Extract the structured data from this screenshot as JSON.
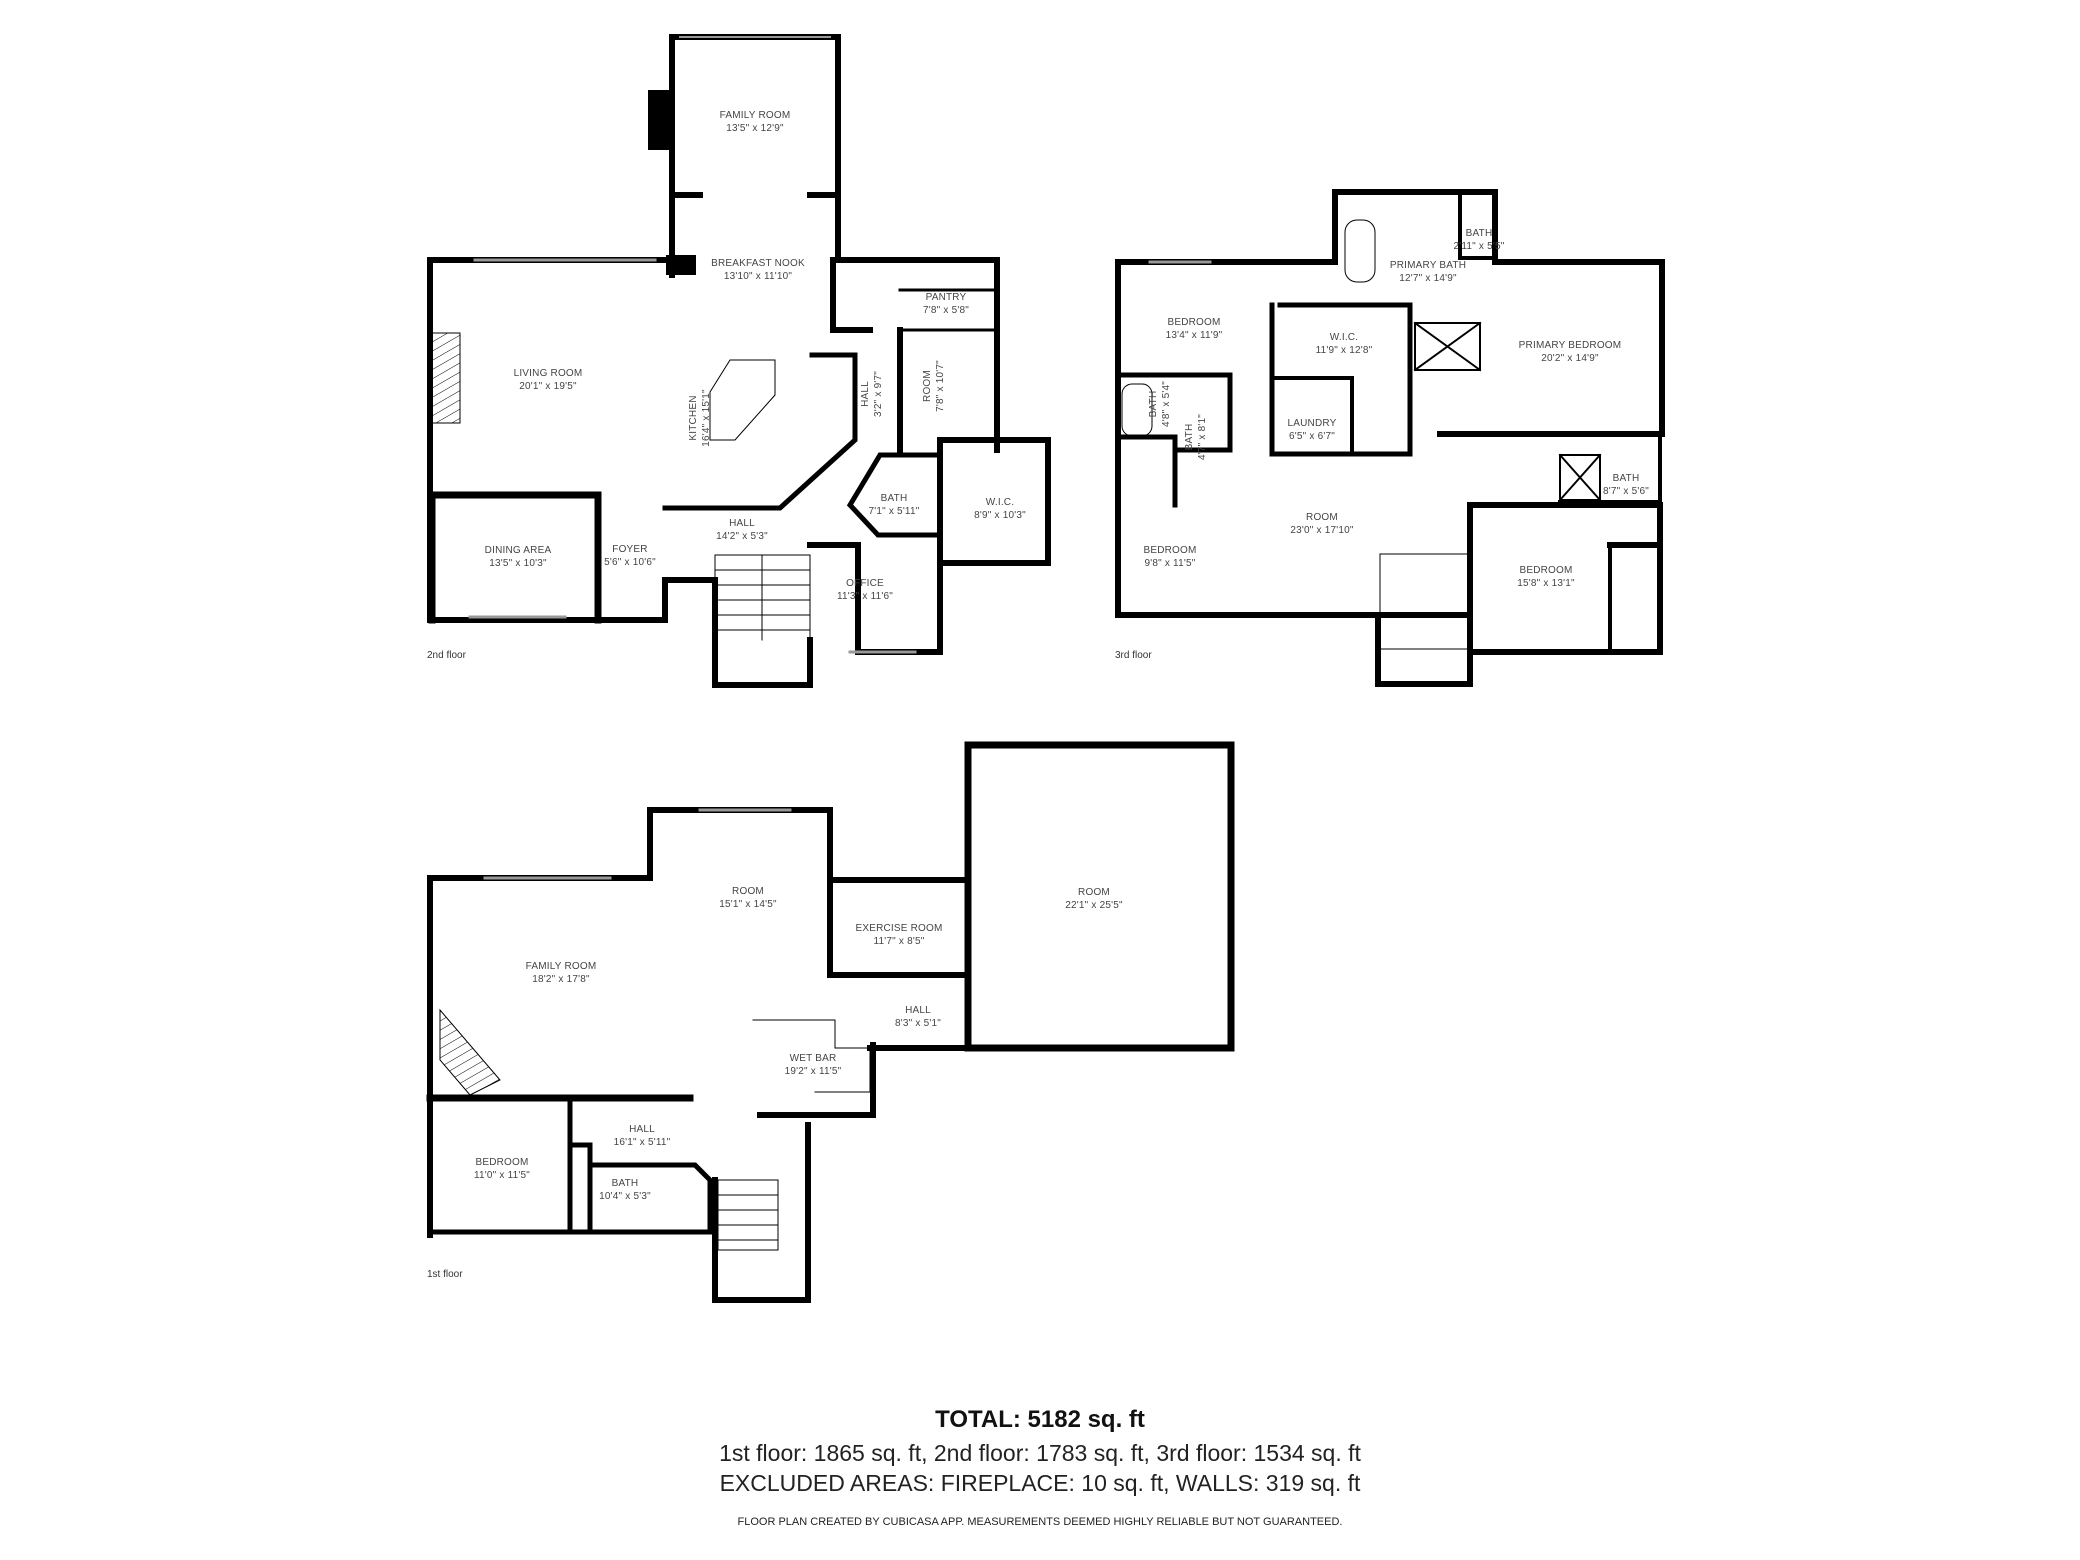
{
  "floors": [
    {
      "name": "2nd floor",
      "rooms": [
        {
          "name": "FAMILY ROOM",
          "dims": "13'5\" x 12'9\""
        },
        {
          "name": "BREAKFAST NOOK",
          "dims": "13'10\" x 11'10\""
        },
        {
          "name": "PANTRY",
          "dims": "7'8\" x 5'8\""
        },
        {
          "name": "LIVING ROOM",
          "dims": "20'1\" x 19'5\""
        },
        {
          "name": "KITCHEN",
          "dims": "16'4\" x 15'1\""
        },
        {
          "name": "HALL",
          "dims": "3'2\" x 9'7\""
        },
        {
          "name": "ROOM",
          "dims": "7'8\" x 10'7\""
        },
        {
          "name": "BATH",
          "dims": "7'1\" x 5'11\""
        },
        {
          "name": "W.I.C.",
          "dims": "8'9\" x 10'3\""
        },
        {
          "name": "HALL",
          "dims": "14'2\" x 5'3\""
        },
        {
          "name": "DINING AREA",
          "dims": "13'5\" x 10'3\""
        },
        {
          "name": "FOYER",
          "dims": "5'6\" x 10'6\""
        },
        {
          "name": "OFFICE",
          "dims": "11'3\" x 11'6\""
        }
      ]
    },
    {
      "name": "3rd floor",
      "rooms": [
        {
          "name": "BATH",
          "dims": "2'11\" x 5'5\""
        },
        {
          "name": "PRIMARY BATH",
          "dims": "12'7\" x 14'9\""
        },
        {
          "name": "BEDROOM",
          "dims": "13'4\" x 11'9\""
        },
        {
          "name": "W.I.C.",
          "dims": "11'9\" x 12'8\""
        },
        {
          "name": "PRIMARY BEDROOM",
          "dims": "20'2\" x 14'9\""
        },
        {
          "name": "BATH",
          "dims": "4'8\" x 5'4\""
        },
        {
          "name": "BATH",
          "dims": "4'7\" x 8'1\""
        },
        {
          "name": "LAUNDRY",
          "dims": "6'5\" x 6'7\""
        },
        {
          "name": "BATH",
          "dims": "8'7\" x 5'6\""
        },
        {
          "name": "ROOM",
          "dims": "23'0\" x 17'10\""
        },
        {
          "name": "BEDROOM",
          "dims": "9'8\" x 11'5\""
        },
        {
          "name": "BEDROOM",
          "dims": "15'8\" x 13'1\""
        }
      ]
    },
    {
      "name": "1st floor",
      "rooms": [
        {
          "name": "ROOM",
          "dims": "15'1\" x 14'5\""
        },
        {
          "name": "ROOM",
          "dims": "22'1\" x 25'5\""
        },
        {
          "name": "EXERCISE ROOM",
          "dims": "11'7\" x 8'5\""
        },
        {
          "name": "FAMILY ROOM",
          "dims": "18'2\" x 17'8\""
        },
        {
          "name": "HALL",
          "dims": "8'3\" x 5'1\""
        },
        {
          "name": "WET BAR",
          "dims": "19'2\" x 11'5\""
        },
        {
          "name": "HALL",
          "dims": "16'1\" x 5'11\""
        },
        {
          "name": "BEDROOM",
          "dims": "11'0\" x 11'5\""
        },
        {
          "name": "BATH",
          "dims": "10'4\" x 5'3\""
        }
      ]
    }
  ],
  "summary": {
    "total": "TOTAL: 5182 sq. ft",
    "floors_line": "1st floor: 1865 sq. ft, 2nd floor: 1783 sq. ft, 3rd floor: 1534 sq. ft",
    "excluded_line": "EXCLUDED AREAS: FIREPLACE: 10 sq. ft, WALLS: 319 sq. ft",
    "disclaimer": "FLOOR PLAN CREATED BY CUBICASA APP. MEASUREMENTS DEEMED HIGHLY RELIABLE BUT NOT GUARANTEED."
  },
  "colors": {
    "wall": "#000000",
    "background": "#ffffff",
    "text": "#333333"
  }
}
